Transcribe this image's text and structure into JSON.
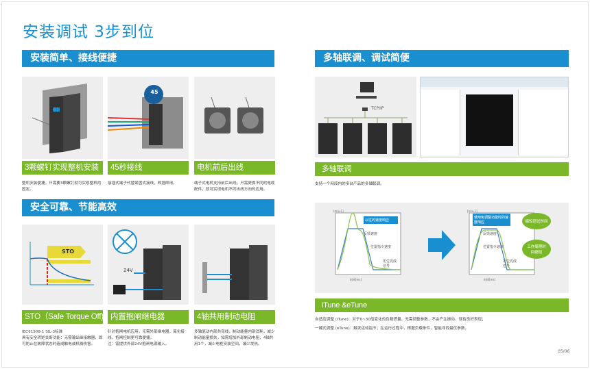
{
  "title": "安装调试 3步到位",
  "left": {
    "section1": {
      "heading": "安装简单、接线便捷",
      "items": [
        {
          "label": "3颗螺钉实现整机安装",
          "desc": "整机安装便捷，只需要3颗螺钉就可实现整机的固定。"
        },
        {
          "label": "45秒接线",
          "desc": "接插式端子代替紧固式接线，即插即用。",
          "badge": "45"
        },
        {
          "label": "电机前后出线",
          "desc": "端子式电机支持前后出线，只需更换不同的电缆配件，就可实现电机不同出线方向的应用。"
        }
      ]
    },
    "section2": {
      "heading": "安全可靠、节能高效",
      "items": [
        {
          "label": "STO（Safe Torque Off)",
          "desc_lines": [
            "IEC61508-1  SIL-3标准",
            "具有安全转矩关断功能：无需输出继接触器，即可防止在故障状态时造成触电或机械伤害。"
          ],
          "diagram_text": "STO"
        },
        {
          "label": "内置抱闸继电器",
          "desc_lines": [
            "针对抱闸电机应用，无需外部继电器，简化接线，抱闸控制更可靠便捷。",
            "注：需提供外部24V抱闸电源输入。"
          ],
          "voltage": "24V"
        },
        {
          "label": "4轴共用制动电阻",
          "desc_lines": [
            "多轴驱动内部共母线，制动能量内部消耗，减少制动能量损失，如需增加外部制动电阻，4轴共用1个，减少电柜安装空间，减少发热。"
          ]
        }
      ]
    }
  },
  "right": {
    "heading": "多轴联调、调试简便",
    "network_label": "TCP/IP",
    "multi": {
      "label": "多轴联调",
      "desc": "支持一个网段内的多台产品的多轴联调。"
    },
    "tune": {
      "callout_before": "以往的速度响应",
      "callout_after": "使用免调整功能时的速度响应",
      "legend_feedback": "反馈速度",
      "legend_cmd": "位置指令速度",
      "legend_pos": "定位完成信号",
      "xlabel": "时间[ms]",
      "ylabel": "[min-1]",
      "benefit1": "缩短调试时间",
      "benefit2": "工作周期时间缩短",
      "label": "iTune &eTune",
      "desc1": "自适应调整 (iTune)：对于0~30倍变化的负载惯量，无需调整参数，不会产生振动，就有良好表现；",
      "desc2": "一键式调整 (eTune)：触发运动指令，在运行过程中，根据负载条件，智能寻找最优参数。"
    }
  },
  "page_number": "05/06",
  "colors": {
    "blue": "#1a8fd0",
    "green": "#7ab829"
  }
}
